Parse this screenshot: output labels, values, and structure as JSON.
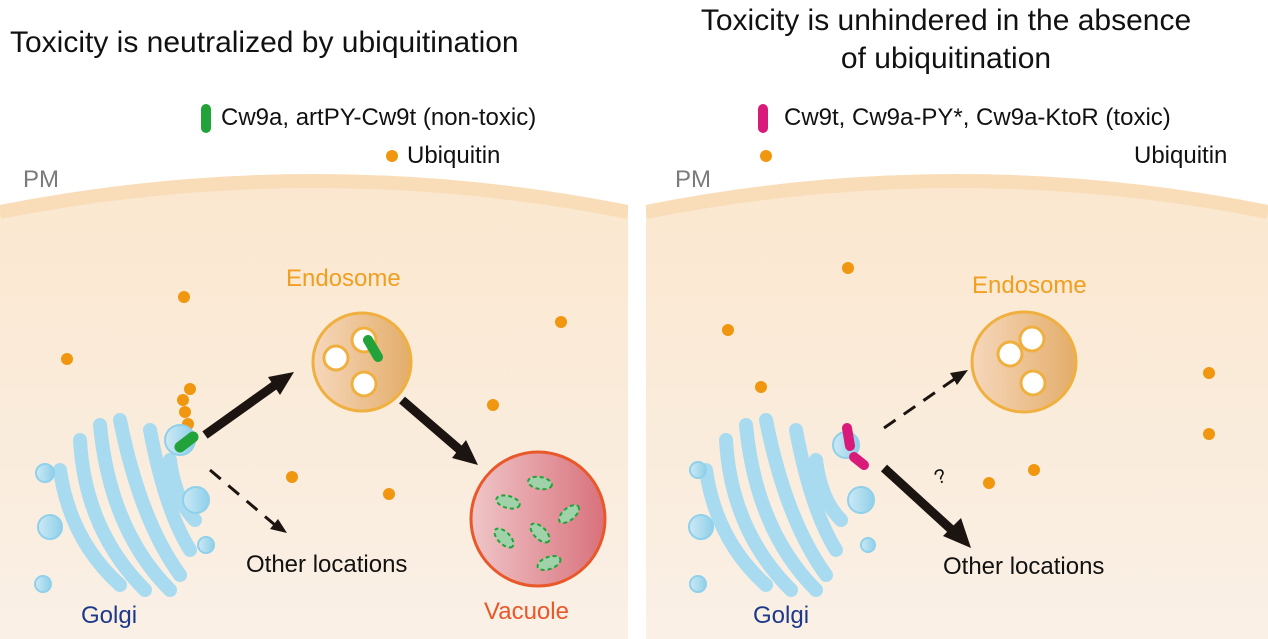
{
  "left": {
    "title": "Toxicity is neutralized by ubiquitination",
    "legend_cargo": "Cw9a, artPY-Cw9t (non-toxic)",
    "legend_ubiquitin": "Ubiquitin",
    "pm_label": "PM",
    "endosome_label": "Endosome",
    "vacuole_label": "Vacuole",
    "other_label": "Other locations",
    "golgi_label": "Golgi",
    "cargo_color": "#22a33a"
  },
  "right": {
    "title_line1": "Toxicity is unhindered in the absence",
    "title_line2": "of ubiquitination",
    "legend_cargo": "Cw9t, Cw9a-PY*, Cw9a-KtoR (toxic)",
    "legend_ubiquitin": "Ubiquitin",
    "pm_label": "PM",
    "endosome_label": "Endosome",
    "question_mark": "?",
    "other_label": "Other locations",
    "golgi_label": "Golgi",
    "cargo_color": "#d81b7a"
  },
  "colors": {
    "ubiquitin": "#f0960f",
    "endosome_label": "#f0a020",
    "vacuole_label": "#e8582a",
    "golgi_label": "#1d3a8a",
    "pm_label": "#7a7a7a"
  }
}
